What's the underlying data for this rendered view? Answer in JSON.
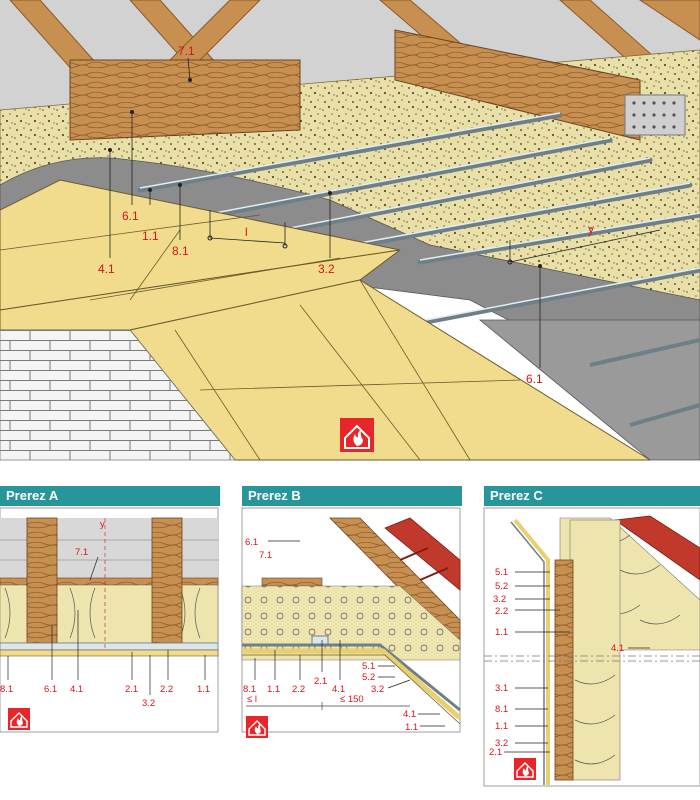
{
  "main": {
    "labels": {
      "l71": "7.1",
      "l61a": "6.1",
      "l11": "1.1",
      "l81": "8.1",
      "l41": "4.1",
      "l32": "3.2",
      "l61b": "6.1",
      "l_l": "l",
      "l_y": "y"
    },
    "colors": {
      "insulation": "#e8e0a8",
      "board": "#f0dc8c",
      "membrane": "#8c8c8c",
      "timber": "#c89050",
      "fire_badge": "#e8262a"
    }
  },
  "sections": {
    "a": {
      "title": "Prerez A",
      "labels": {
        "y": "y",
        "l71": "7.1",
        "l81": "8.1",
        "l61": "6.1",
        "l41": "4.1",
        "l21": "2.1",
        "l32": "3.2",
        "l22": "2.2",
        "l11": "1.1"
      }
    },
    "b": {
      "title": "Prerez B",
      "labels": {
        "l61": "6.1",
        "l71": "7.1",
        "l81": "8.1",
        "l11": "1.1",
        "l22": "2.2",
        "l21": "2.1",
        "l41": "4.1",
        "l51": "5.1",
        "l52": "5.2",
        "l32": "3.2",
        "l41b": "4.1",
        "l11b": "1.1",
        "dim_l": "≤ l",
        "dim_150": "≤ 150"
      }
    },
    "c": {
      "title": "Prerez C",
      "labels": {
        "l51": "5.1",
        "l52": "5.2",
        "l32": "3.2",
        "l22": "2.2",
        "l11": "1.1",
        "l41": "4.1",
        "l31": "3.1",
        "l81": "8.1",
        "l11b": "1.1",
        "l32b": "3.2",
        "l21": "2.1"
      }
    }
  }
}
